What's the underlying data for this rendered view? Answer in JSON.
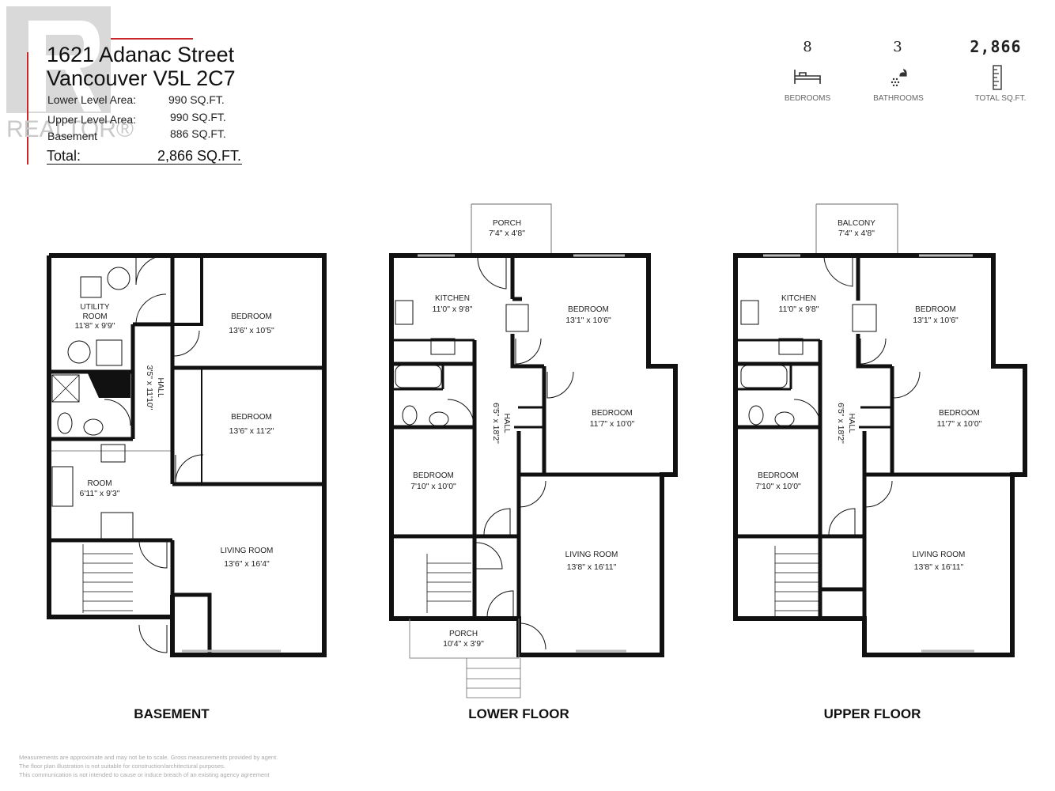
{
  "logo": {
    "text": "REALTOR®",
    "brand_color": "#c8282c"
  },
  "address": {
    "line1": "1621 Adanac Street",
    "line2": "Vancouver V5L 2C7"
  },
  "areas": [
    {
      "label": "Lower Level Area:",
      "value": "990 SQ.FT."
    },
    {
      "label": "Upper Level Area:",
      "value": "990 SQ.FT."
    },
    {
      "label": "Basement",
      "value": "886 SQ.FT."
    }
  ],
  "total": {
    "label": "Total:",
    "value": "2,866 SQ.FT."
  },
  "stats": [
    {
      "value": "8",
      "label": "BEDROOMS",
      "icon": "bed-icon"
    },
    {
      "value": "3",
      "label": "BATHROOMS",
      "icon": "shower-icon"
    },
    {
      "value": "2,866",
      "label": "TOTAL SQ.FT.",
      "icon": "ruler-icon"
    }
  ],
  "floors": {
    "basement": {
      "title": "BASEMENT",
      "rooms": {
        "utility": {
          "name1": "UTILITY",
          "name2": "ROOM",
          "dim": "11'8\" x 9'9\""
        },
        "hall": {
          "name": "HALL",
          "dim": "3'5\" x 11'10\""
        },
        "bedroom1": {
          "name": "BEDROOM",
          "dim": "13'6\" x 10'5\""
        },
        "bedroom2": {
          "name": "BEDROOM",
          "dim": "13'6\" x 11'2\""
        },
        "room": {
          "name": "ROOM",
          "dim": "6'11\" x 9'3\""
        },
        "living": {
          "name": "LIVING ROOM",
          "dim": "13'6\" x 16'4\""
        }
      }
    },
    "lower": {
      "title": "LOWER FLOOR",
      "rooms": {
        "porch_top": {
          "name": "PORCH",
          "dim": "7'4\" x 4'8\""
        },
        "kitchen": {
          "name": "KITCHEN",
          "dim": "11'0\" x 9'8\""
        },
        "bedroom1": {
          "name": "BEDROOM",
          "dim": "13'1\" x 10'6\""
        },
        "hall": {
          "name": "HALL",
          "dim": "6'5\" x 18'2\""
        },
        "bedroom2": {
          "name": "BEDROOM",
          "dim": "11'7\" x 10'0\""
        },
        "bedroom3": {
          "name": "BEDROOM",
          "dim": "7'10\" x 10'0\""
        },
        "living": {
          "name": "LIVING ROOM",
          "dim": "13'8\" x 16'11\""
        },
        "porch_bottom": {
          "name": "PORCH",
          "dim": "10'4\" x 3'9\""
        }
      }
    },
    "upper": {
      "title": "UPPER FLOOR",
      "rooms": {
        "balcony": {
          "name": "BALCONY",
          "dim": "7'4\" x 4'8\""
        },
        "kitchen": {
          "name": "KITCHEN",
          "dim": "11'0\" x 9'8\""
        },
        "bedroom1": {
          "name": "BEDROOM",
          "dim": "13'1\" x 10'6\""
        },
        "hall": {
          "name": "HALL",
          "dim": "6'5\" x 18'2\""
        },
        "bedroom2": {
          "name": "BEDROOM",
          "dim": "11'7\" x 10'0\""
        },
        "bedroom3": {
          "name": "BEDROOM",
          "dim": "7'10\" x 10'0\""
        },
        "living": {
          "name": "LIVING ROOM",
          "dim": "13'8\" x 16'11\""
        }
      }
    }
  },
  "disclaimer": [
    "Measurements are approximate and may not be to scale. Gross measurements provided by agent.",
    "The floor plan illustration is not suitable for construction/architectural purposes.",
    "This communication is not intended to cause or induce breach of an existing agency agreement"
  ]
}
